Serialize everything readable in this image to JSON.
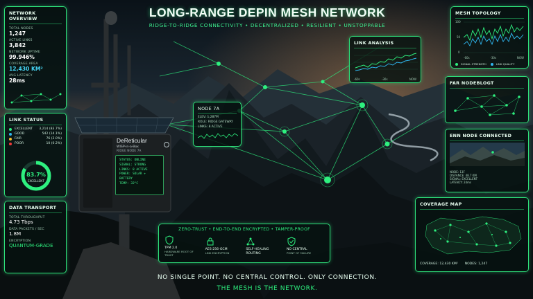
{
  "header": {
    "title": "LONG-RANGE DEPIN MESH NETWORK",
    "subtitle": "RIDGE-TO-RIDGE CONNECTIVITY • DECENTRALIZED • RESILIENT • UNSTOPPABLE"
  },
  "network_overview": {
    "title": "NETWORK OVERVIEW",
    "total_nodes_label": "TOTAL NODES",
    "total_nodes": "1,247",
    "active_links_label": "ACTIVE LINKS",
    "active_links": "3,842",
    "uptime_label": "NETWORK UPTIME",
    "uptime": "99.946%",
    "coverage_label": "COVERAGE AREA",
    "coverage": "12,430 KM²",
    "latency_label": "AVG LATENCY",
    "latency": "28ms"
  },
  "link_status": {
    "title": "LINK STATUS",
    "items": [
      {
        "label": "EXCELLENT",
        "value": "3,214 (83.7%)",
        "color": "#2ef07f"
      },
      {
        "label": "GOOD",
        "value": "542 (14.1%)",
        "color": "#2fb7f0"
      },
      {
        "label": "FAIR",
        "value": "76 (2.0%)",
        "color": "#f0c02f"
      },
      {
        "label": "POOR",
        "value": "10 (0.2%)",
        "color": "#f03a3a"
      }
    ],
    "gauge_value": "83.7%",
    "gauge_label": "EXCELLENT",
    "gauge_fraction": 0.837
  },
  "data_transport": {
    "title": "DATA TRANSPORT",
    "throughput_label": "TOTAL THROUGHPUT",
    "throughput": "4.73 Tbps",
    "packets_label": "DATA PACKETS / SEC",
    "packets": "1.8M",
    "encryption_label": "ENCRYPTION",
    "encryption": "QUANTUM-GRADE"
  },
  "device": {
    "brand": "DeReticular",
    "model": "WISP-in-a-Box",
    "node": "RIDGE NODE 7A",
    "status": "STATUS: ONLINE",
    "signal": "SIGNAL: STRONG",
    "links": "LINKS:  8 ACTIVE",
    "power": "POWER: SOLAR + BATTERY",
    "temp": "TEMP:   32°C"
  },
  "node_card": {
    "title": "NODE 7A",
    "elev": "ELEV: 1,287M",
    "role": "ROLE: RIDGE GATEWAY",
    "links": "LINKS: 8 ACTIVE"
  },
  "link_analysis": {
    "title": "LINK ANALYSIS",
    "ticks": [
      "-60s",
      "-30s",
      "NOW"
    ]
  },
  "mesh_topology": {
    "title": "MESH TOPOLOGY",
    "y_ticks": [
      "100",
      "50",
      "0"
    ],
    "x_ticks": [
      "-60s",
      "-30s",
      "NOW"
    ],
    "legend": [
      "SIGNAL STRENGTH",
      "LINK QUALITY"
    ],
    "colors": {
      "signal": "#2ef07f",
      "quality": "#2fb7f0"
    }
  },
  "far_node": {
    "title": "FAR NODEBLOGT"
  },
  "enn_node": {
    "title": "ENN NODE CONNECTED",
    "node": "NODE: 13F",
    "distance": "DISTANCE: 48.7 KM",
    "signal": "SIGNAL: EXCELLENT",
    "latency": "LATENCY: 24ms"
  },
  "coverage_map": {
    "title": "COVERAGE MAP",
    "coverage": "COVERAGE: 12,430 KM²",
    "nodes": "NODES: 1,247"
  },
  "security": {
    "banner": "ZERO-TRUST • END-TO-END ENCRYPTED • TAMPER-PROOF",
    "features": [
      {
        "title": "TPM 2.0",
        "sub": "HARDWARE ROOT OF TRUST",
        "icon": "shield-icon"
      },
      {
        "title": "AES-256-GCM",
        "sub": "LINK ENCRYPTION",
        "icon": "lock-icon"
      },
      {
        "title": "SELF-HEALING ROUTING",
        "sub": "",
        "icon": "routing-icon"
      },
      {
        "title": "NO CENTRAL",
        "sub": "POINT OF FAILURE",
        "icon": "check-shield-icon"
      }
    ]
  },
  "footer": {
    "line1": "NO SINGLE POINT. NO CENTRAL CONTROL. ONLY CONNECTION.",
    "line2": "THE MESH IS THE NETWORK."
  }
}
